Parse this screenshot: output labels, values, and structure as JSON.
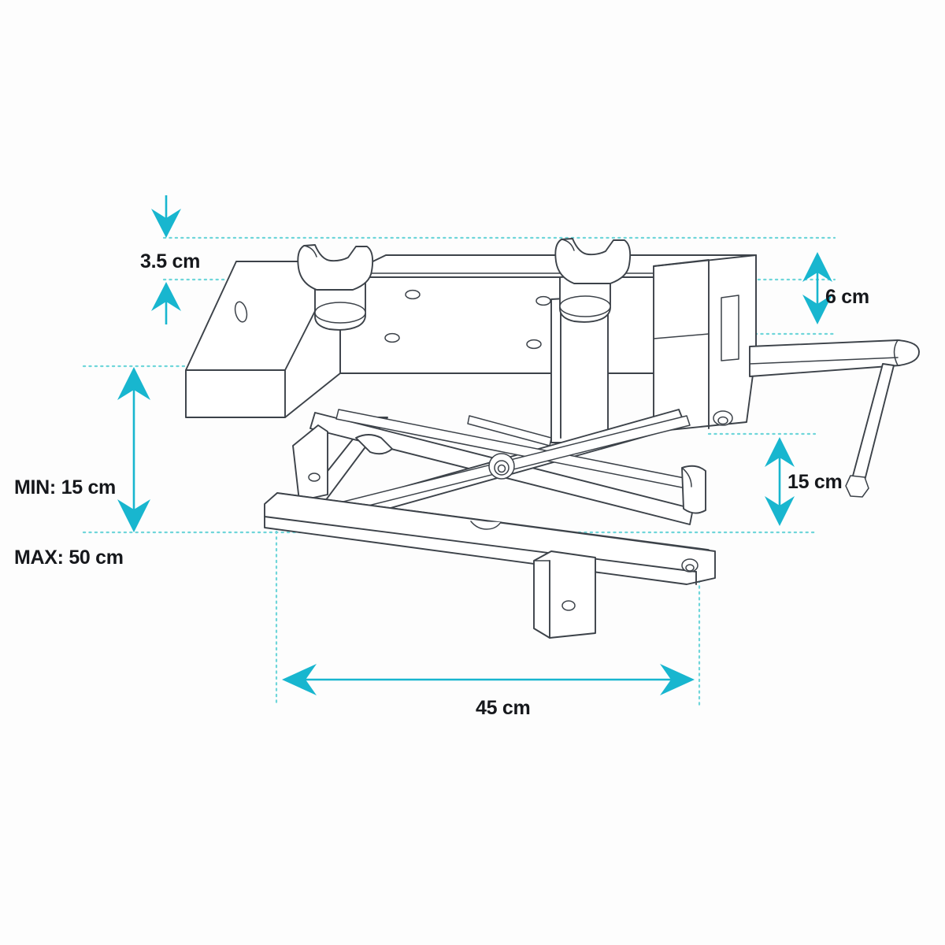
{
  "diagram": {
    "type": "technical-dimension-drawing",
    "subject": "scissor lift jack with twin rubber saddle pads and crank handle",
    "background_color": "#fdfdfd",
    "line_color": "#3c4249",
    "accent_color": "#18b6cf",
    "dotted_guide_color": "#6fd6da",
    "text_color": "#16181c"
  },
  "dimensions": {
    "height_pad": {
      "label": "3.5 cm",
      "value": 3.5,
      "unit": "cm",
      "orientation": "vertical",
      "arrow_style": "opposing-inward"
    },
    "height_saddle": {
      "label": "6 cm",
      "value": 6,
      "unit": "cm",
      "orientation": "vertical",
      "arrow_style": "double-headed"
    },
    "height_lift_base": {
      "label": "15 cm",
      "value": 15,
      "unit": "cm",
      "orientation": "vertical",
      "arrow_style": "double-headed"
    },
    "width_base": {
      "label": "45 cm",
      "value": 45,
      "unit": "cm",
      "orientation": "horizontal",
      "arrow_style": "double-headed"
    },
    "range_min": {
      "label": "MIN: 15 cm",
      "value": 15,
      "unit": "cm"
    },
    "range_max": {
      "label": "MAX: 50 cm",
      "value": 50,
      "unit": "cm"
    },
    "range_orientation": "vertical",
    "range_arrow_style": "double-headed"
  }
}
